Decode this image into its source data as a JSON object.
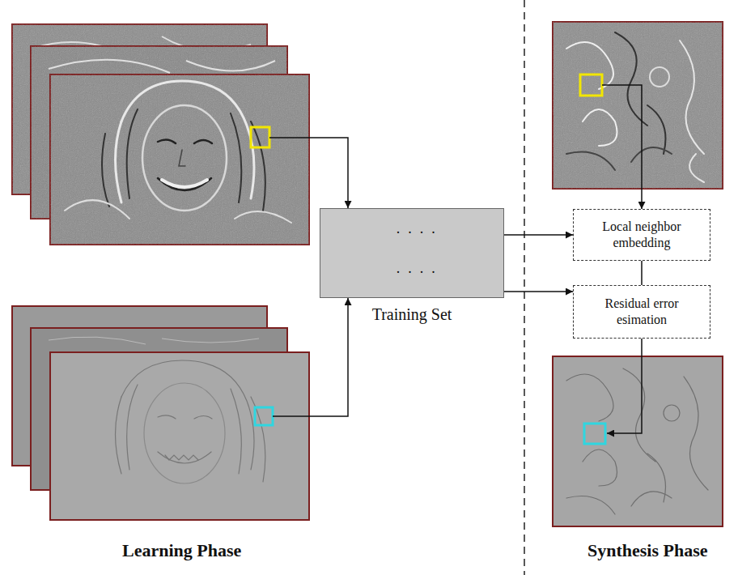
{
  "diagram": {
    "nodes": [
      {
        "text": [
          "Training Set"
        ]
      },
      {
        "text": [
          "Local neighbor embedding"
        ]
      },
      {
        "text": [
          "Residual error esimation"
        ]
      }
    ],
    "edges": [
      {
        "from": 0,
        "to": 1,
        "arrow": "to"
      },
      {
        "from": 0,
        "to": 2,
        "arrow": "to"
      },
      {
        "from": 1,
        "to": 2,
        "arrow": "none"
      }
    ],
    "labels": [
      "· · · ·",
      "· · · ·",
      "Learning Phase",
      "Synthesis Phase"
    ]
  }
}
